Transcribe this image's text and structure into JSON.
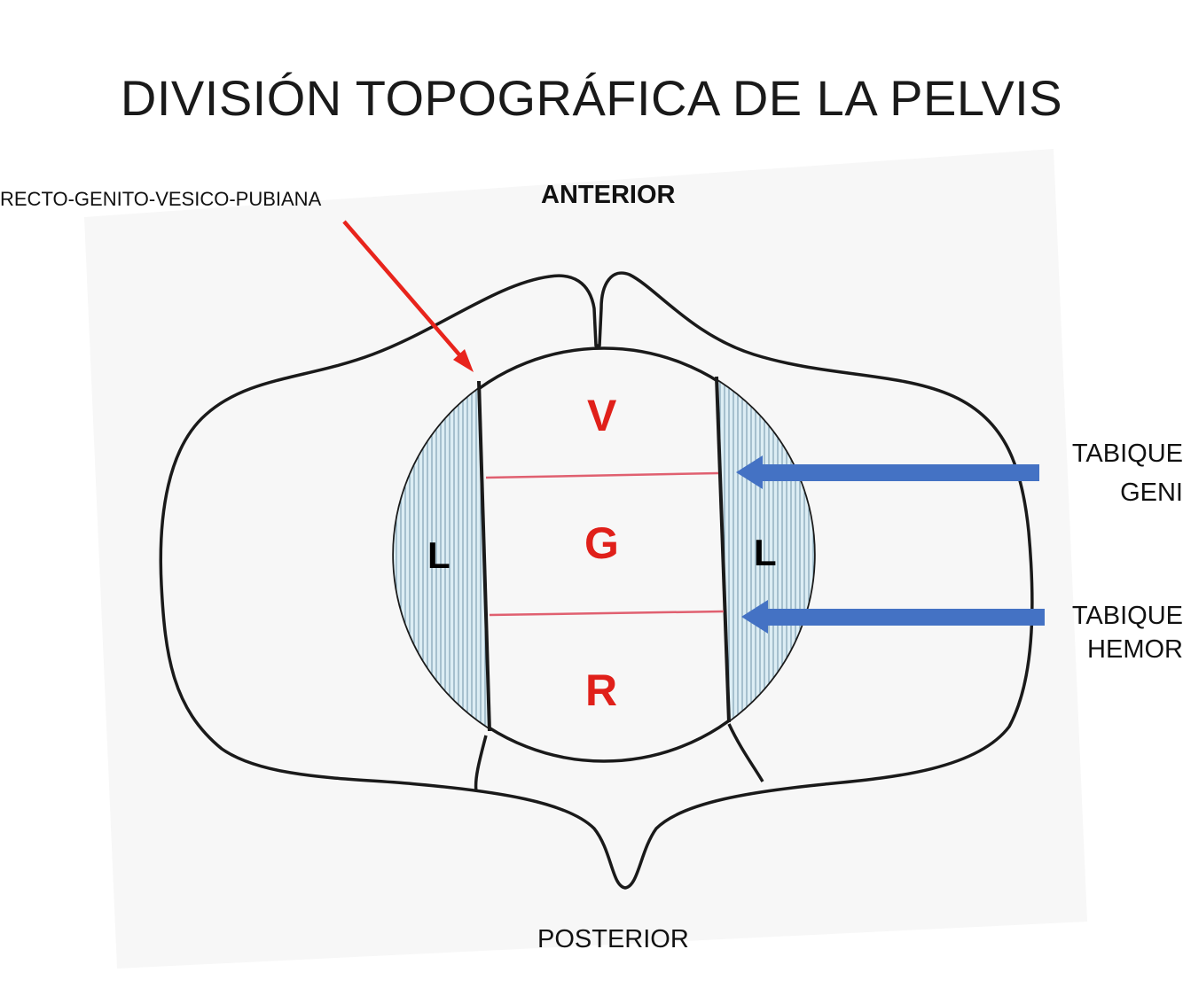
{
  "title": "DIVISIÓN TOPOGRÁFICA DE LA PELVIS",
  "labels": {
    "anterior": "ANTERIOR",
    "posterior": "POSTERIOR",
    "fascia_left": "RECTO-GENITO-VESICO-PUBIANA",
    "septum_upper_line1": "TABIQUE",
    "septum_upper_line2": "GENI",
    "septum_lower_line1": "TABIQUE",
    "septum_lower_line2": "HEMOR"
  },
  "regions": {
    "vesical": "V",
    "genital": "G",
    "rectal": "R",
    "lateral_left": "L",
    "lateral_right": "L"
  },
  "colors": {
    "outline": "#1a1a1a",
    "lateral_fill": "#dbeef5",
    "lateral_hatch": "#7fa3b5",
    "septum_line": "#e06070",
    "red_arrow": "#e8241c",
    "blue_arrow": "#4472c4",
    "region_letter": "#e0201a"
  }
}
